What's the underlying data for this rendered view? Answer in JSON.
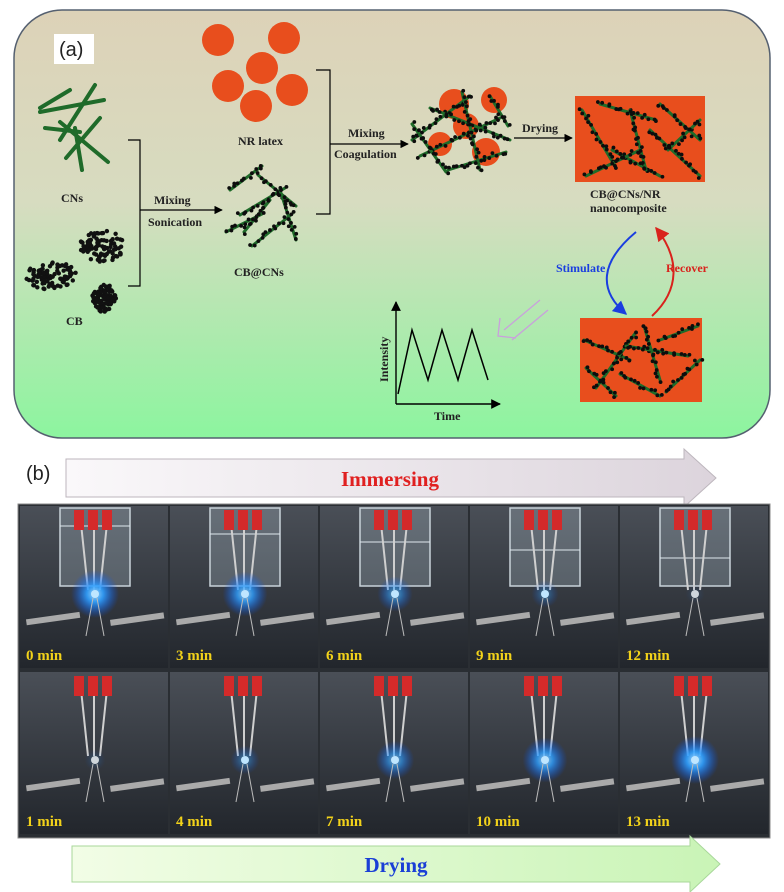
{
  "panel_a": {
    "label": "(a)",
    "cns": "CNs",
    "cb": "CB",
    "mix1_top": "Mixing",
    "mix1_bottom": "Sonication",
    "cbcns": "CB@CNs",
    "nr_latex": "NR latex",
    "mix2_top": "Mixing",
    "mix2_bottom": "Coagulation",
    "drying_step": "Drying",
    "composite_line1": "CB@CNs/NR",
    "composite_line2": "nanocomposite",
    "stimulate": "Stimulate",
    "recover": "Recover",
    "intensity_axis": "Intensity",
    "time_axis": "Time"
  },
  "panel_b": {
    "label": "(b)",
    "top_arrow": "Immersing",
    "bottom_arrow": "Drying",
    "row1_times": [
      "0 min",
      "3 min",
      "6 min",
      "9 min",
      "12 min"
    ],
    "row2_times": [
      "1 min",
      "4 min",
      "7 min",
      "10 min",
      "13 min"
    ]
  },
  "colors": {
    "nr_particle": "#e84e1d",
    "cn_fiber": "#1f6b2a",
    "stimulate_arrow": "#1a3ee0",
    "recover_arrow": "#d9221c",
    "immersing_text": "#e02020",
    "drying_text": "#1a3fd6"
  }
}
